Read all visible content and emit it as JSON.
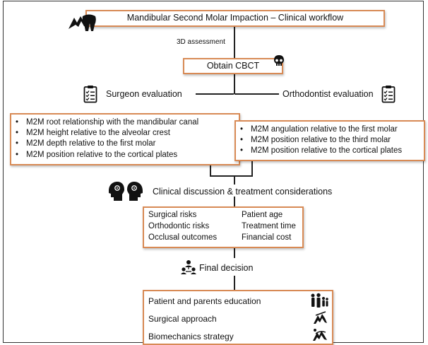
{
  "title": "Mandibular Second Molar Impaction – Clinical workflow",
  "assessment_label": "3D assessment",
  "cbct_label": "Obtain CBCT",
  "surgeon": {
    "heading": "Surgeon evaluation",
    "items": [
      "M2M root relationship with the mandibular canal",
      "M2M height relative to the alveolar crest",
      "M2M depth relative to the first molar",
      "M2M position relative to the cortical plates"
    ]
  },
  "orthodontist": {
    "heading": "Orthodontist evaluation",
    "items": [
      "M2M angulation relative to the first molar",
      "M2M position relative to the third molar",
      "M2M position relative to the cortical plates"
    ]
  },
  "discussion_label": "Clinical discussion & treatment considerations",
  "considerations": {
    "left": [
      "Surgical risks",
      "Orthodontic risks",
      "Occlusal outcomes"
    ],
    "right": [
      "Patient age",
      "Treatment time",
      "Financial cost"
    ]
  },
  "final_decision_label": "Final decision",
  "outcomes": [
    "Patient and parents education",
    "Surgical approach",
    "Biomechanics strategy"
  ],
  "colors": {
    "box_border": "#d88a55",
    "line": "#222222"
  },
  "icons": [
    "tooth-icon",
    "skull-icon",
    "checklist-icon",
    "heads-icon",
    "people-icon",
    "team-icon",
    "family-icon",
    "surgeon-icon",
    "orthodontist-icon"
  ]
}
